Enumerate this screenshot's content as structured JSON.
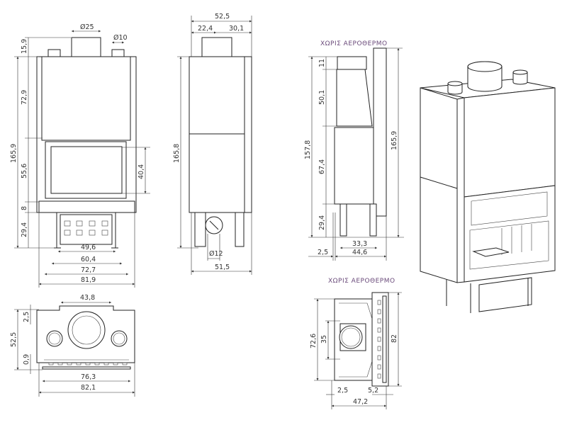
{
  "front_view": {
    "dims": {
      "flue_dia": "Ø25",
      "small_pipe_dia": "Ø10",
      "top_pipe_height": "15,9",
      "upper_height": "72,9",
      "total_height": "165,9",
      "door_height": "55,6",
      "glass_height": "40,4",
      "ledge_height": "8",
      "base_height": "29,4",
      "width_1": "49,6",
      "width_2": "60,4",
      "width_3": "72,7",
      "width_4": "81,9"
    }
  },
  "side_view": {
    "dims": {
      "total_depth": "52,5",
      "depth_front": "22,4",
      "depth_back": "30,1",
      "total_height": "165,8",
      "air_inlet_dia": "Ø12",
      "base_depth": "51,5"
    }
  },
  "side_view_no_fan": {
    "title": "ΧΩΡΙΣ ΑΕΡΟΘΕΡΜΟ",
    "dims": {
      "total_height": "157,8",
      "top_height": "11",
      "upper_height": "50,1",
      "middle_height": "67,4",
      "base_height": "29,4",
      "frame_height": "165,9",
      "leg_span": "33,3",
      "depth": "44,6",
      "offset": "2,5"
    }
  },
  "top_plan": {
    "dims": {
      "collar_width": "43,8",
      "depth": "52,5",
      "top_offset": "2,5",
      "bottom_offset": "0,9",
      "inner_width": "76,3",
      "outer_width": "82,1"
    }
  },
  "top_plan_no_fan": {
    "title": "ΧΩΡΙΣ ΑΕΡΟΘΕΡΜΟ",
    "dims": {
      "body_depth": "72,6",
      "collar_depth": "35",
      "frame_depth": "82",
      "left_offset": "2,5",
      "right_offset": "5,2",
      "total_width": "47,2"
    }
  }
}
